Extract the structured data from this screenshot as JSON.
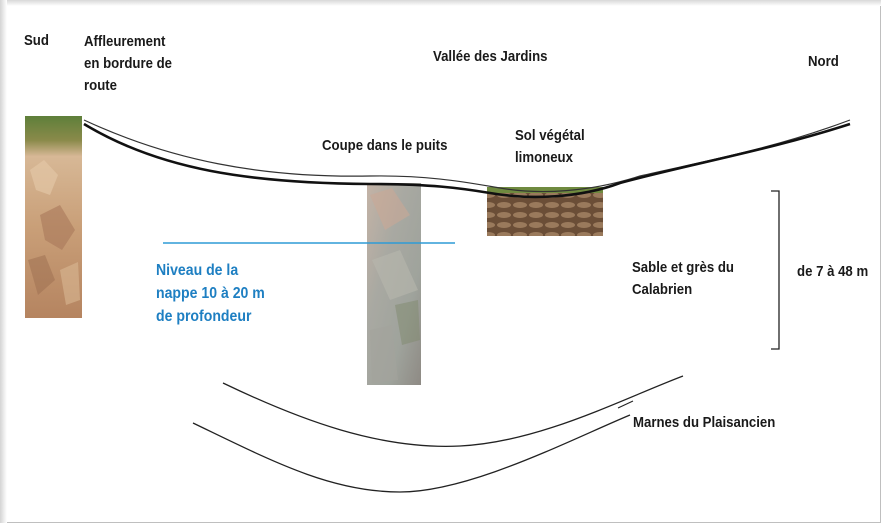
{
  "labels": {
    "south": "Sud",
    "north": "Nord",
    "valley": "Vallée des Jardins",
    "outcrop": "Affleurement\nen bordure de\nroute",
    "well_section": "Coupe dans le puits",
    "topsoil": "Sol végétal\nlimoneux",
    "water_table": "Niveau de la\nnappe  10 à 20 m\nde profondeur",
    "sand_layer": "Sable et grès du\nCalabrien",
    "thickness": "de 7 à 48 m",
    "marl_layer": "Marnes du Plaisancien"
  },
  "colors": {
    "water_table_line": "#2e9bd6",
    "water_table_text": "#1e7fc2",
    "ground_line": "#111111",
    "outcrop_soil": "#c9a27e",
    "well_rock": "#b0aba3",
    "topsoil_photo": "#7a5d43"
  }
}
